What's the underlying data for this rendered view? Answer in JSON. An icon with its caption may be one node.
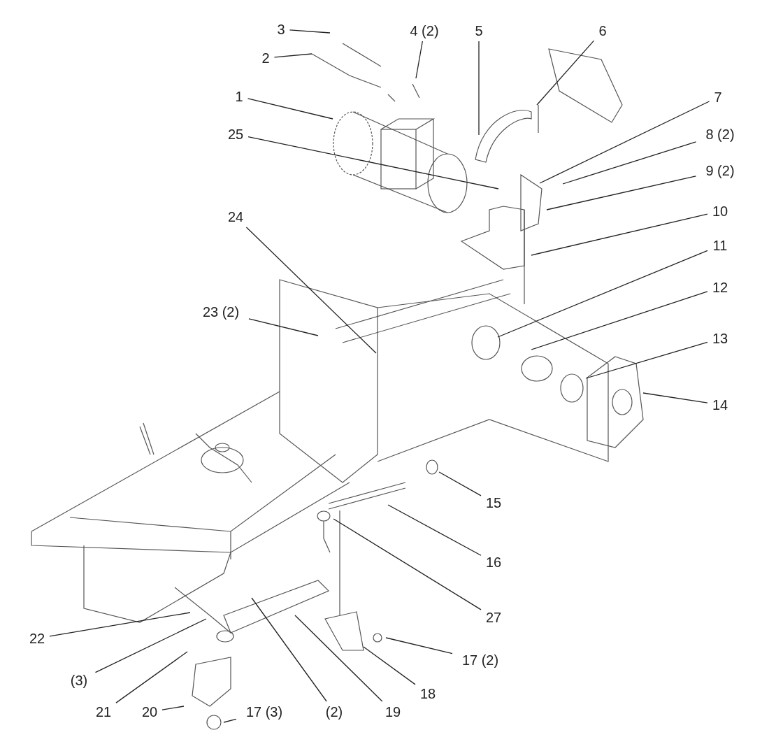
{
  "diagram": {
    "nodes": [
      {
        "text": [
          "3"
        ]
      },
      {
        "text": [
          "4 (2)"
        ]
      },
      {
        "text": [
          "5"
        ]
      },
      {
        "text": [
          "6"
        ]
      },
      {
        "text": [
          "2"
        ]
      },
      {
        "text": [
          "1"
        ]
      },
      {
        "text": [
          "7"
        ]
      },
      {
        "text": [
          "8 (2)"
        ]
      },
      {
        "text": [
          "25"
        ]
      },
      {
        "text": [
          "9 (2)"
        ]
      },
      {
        "text": [
          "10"
        ]
      },
      {
        "text": [
          "24"
        ]
      },
      {
        "text": [
          "11"
        ]
      },
      {
        "text": [
          "12"
        ]
      },
      {
        "text": [
          "23 (2)"
        ]
      },
      {
        "text": [
          "13"
        ]
      },
      {
        "text": [
          "14"
        ]
      },
      {
        "text": [
          "15"
        ]
      },
      {
        "text": [
          "16"
        ]
      },
      {
        "text": [
          "27"
        ]
      },
      {
        "text": [
          "22"
        ]
      },
      {
        "text": [
          "17 (2)"
        ]
      },
      {
        "text": [
          "(3)"
        ]
      },
      {
        "text": [
          "18"
        ]
      },
      {
        "text": [
          "21"
        ]
      },
      {
        "text": [
          "20"
        ]
      },
      {
        "text": [
          "17 (3)"
        ]
      },
      {
        "text": [
          "(2)"
        ]
      },
      {
        "text": [
          "19"
        ]
      }
    ],
    "edges": [
      {
        "from": 0,
        "to": null,
        "arrow": "none"
      },
      {
        "from": 1,
        "to": null,
        "arrow": "none"
      },
      {
        "from": 2,
        "to": null,
        "arrow": "none"
      },
      {
        "from": 3,
        "to": null,
        "arrow": "none"
      },
      {
        "from": 4,
        "to": null,
        "arrow": "none"
      },
      {
        "from": 5,
        "to": null,
        "arrow": "none"
      },
      {
        "from": 6,
        "to": null,
        "arrow": "none"
      },
      {
        "from": 7,
        "to": null,
        "arrow": "none"
      },
      {
        "from": 8,
        "to": null,
        "arrow": "none"
      },
      {
        "from": 9,
        "to": null,
        "arrow": "none"
      },
      {
        "from": 10,
        "to": null,
        "arrow": "none"
      },
      {
        "from": 11,
        "to": null,
        "arrow": "none"
      },
      {
        "from": 12,
        "to": null,
        "arrow": "none"
      },
      {
        "from": 13,
        "to": null,
        "arrow": "none"
      },
      {
        "from": 14,
        "to": null,
        "arrow": "none"
      },
      {
        "from": 15,
        "to": null,
        "arrow": "none"
      },
      {
        "from": 16,
        "to": null,
        "arrow": "none"
      },
      {
        "from": 17,
        "to": null,
        "arrow": "none"
      },
      {
        "from": 18,
        "to": null,
        "arrow": "none"
      },
      {
        "from": 19,
        "to": null,
        "arrow": "none"
      },
      {
        "from": 20,
        "to": null,
        "arrow": "none"
      },
      {
        "from": 21,
        "to": null,
        "arrow": "none"
      },
      {
        "from": 22,
        "to": null,
        "arrow": "none"
      },
      {
        "from": 23,
        "to": null,
        "arrow": "none"
      },
      {
        "from": 24,
        "to": null,
        "arrow": "none"
      },
      {
        "from": 25,
        "to": null,
        "arrow": "none"
      },
      {
        "from": 26,
        "to": null,
        "arrow": "none"
      },
      {
        "from": 27,
        "to": null,
        "arrow": "none"
      },
      {
        "from": 28,
        "to": null,
        "arrow": "none"
      }
    ]
  }
}
